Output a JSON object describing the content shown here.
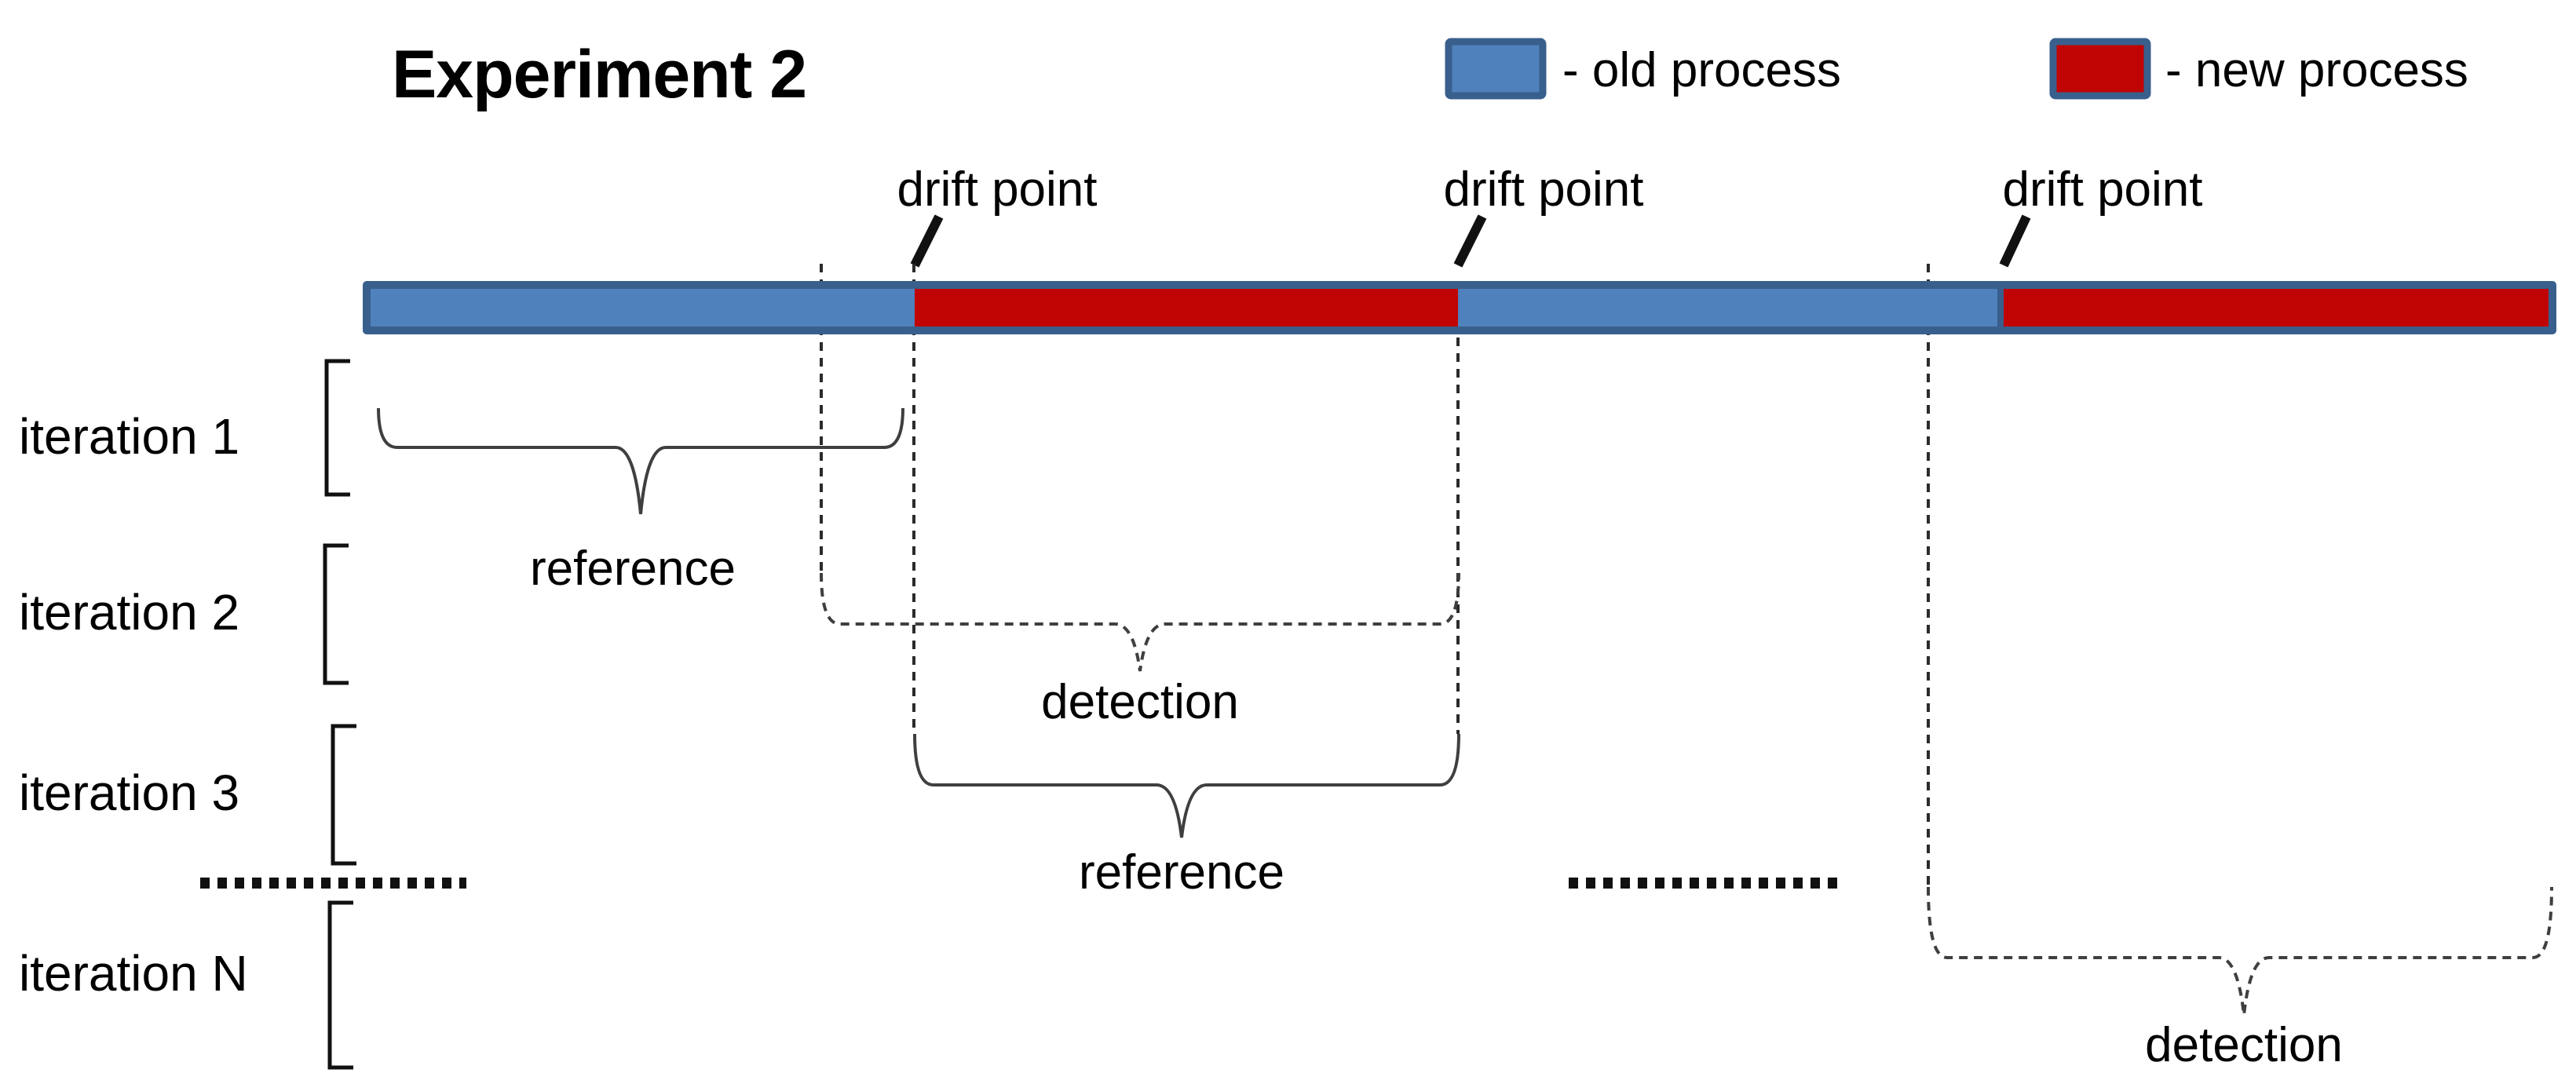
{
  "title": "Experiment 2",
  "legend": {
    "old_label": "- old process",
    "new_label": "- new process"
  },
  "colors": {
    "old_process": "#4F81BD",
    "new_process": "#C00404",
    "bar_border": "#395F8C",
    "ink": "#111111"
  },
  "drift_labels": [
    "drift point",
    "drift point",
    "drift point"
  ],
  "iterations": [
    {
      "label": "iteration 1"
    },
    {
      "label": "iteration 2"
    },
    {
      "label": "iteration 3"
    },
    {
      "label": "iteration N"
    }
  ],
  "window_labels": {
    "reference_1": "reference",
    "detection_1": "detection",
    "reference_2": "reference",
    "detection_2": "detection"
  },
  "separators": {
    "left_dots": "................",
    "middle_dots": "................"
  }
}
